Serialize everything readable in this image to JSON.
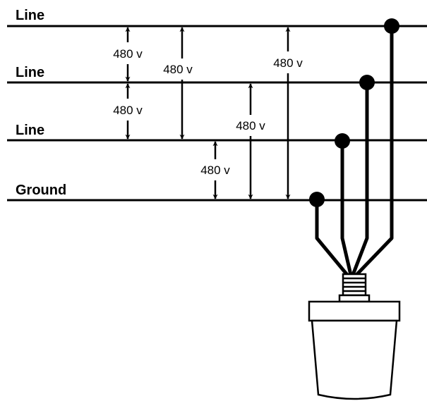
{
  "buses": [
    {
      "label": "Line"
    },
    {
      "label": "Line"
    },
    {
      "label": "Line"
    },
    {
      "label": "Ground"
    }
  ],
  "voltages": [
    {
      "label": "480 v",
      "from": "Line 1",
      "to": "Line 2"
    },
    {
      "label": "480 v",
      "from": "Line 2",
      "to": "Line 3"
    },
    {
      "label": "480 v",
      "from": "Line 1",
      "to": "Line 3"
    },
    {
      "label": "480 v",
      "from": "Line 3",
      "to": "Ground"
    },
    {
      "label": "480 v",
      "from": "Line 2",
      "to": "Ground"
    },
    {
      "label": "480 v",
      "from": "Line 1",
      "to": "Ground"
    }
  ],
  "colors": {
    "ink": "#000000",
    "background": "#ffffff"
  }
}
